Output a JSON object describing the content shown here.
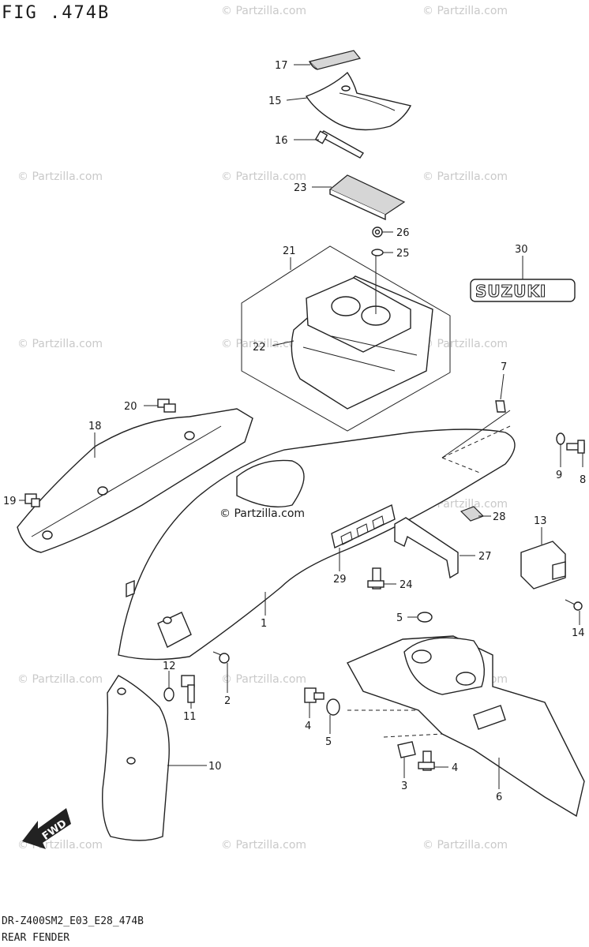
{
  "figure": {
    "title": "FIG .474B",
    "code": "DR-Z400SM2_E03_E28_474B",
    "name": "REAR FENDER",
    "watermark": "© Partzilla.com"
  },
  "logo_text": "SUZUKI",
  "fwd_text": "FWD",
  "callouts": {
    "c1": "1",
    "c2": "2",
    "c3": "3",
    "c4a": "4",
    "c4b": "4",
    "c5a": "5",
    "c5b": "5",
    "c6": "6",
    "c7": "7",
    "c8": "8",
    "c9": "9",
    "c10": "10",
    "c11": "11",
    "c12": "12",
    "c13": "13",
    "c14": "14",
    "c15": "15",
    "c16": "16",
    "c17": "17",
    "c18": "18",
    "c19": "19",
    "c20": "20",
    "c21": "21",
    "c22": "22",
    "c23": "23",
    "c24": "24",
    "c25": "25",
    "c26": "26",
    "c27": "27",
    "c28": "28",
    "c29": "29",
    "c30": "30"
  },
  "colors": {
    "line": "#222222",
    "shade": "#d6d6d6",
    "watermark": "#c9c9c9"
  }
}
